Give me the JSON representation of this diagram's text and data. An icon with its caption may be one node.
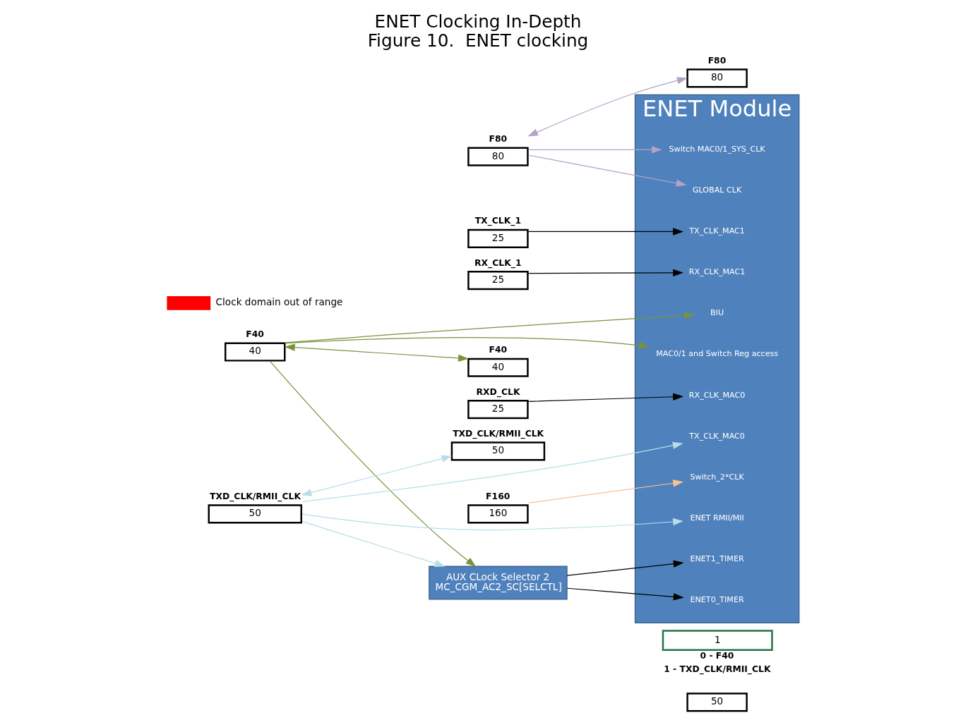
{
  "diagram": {
    "title": "ENET Clocking In-Depth",
    "caption": "Figure 10.  ENET clocking",
    "nodes": [
      {
        "text": [
          "ENET Module"
        ]
      },
      {
        "text": [
          "ENET RMII/MII"
        ],
        "in": 0
      },
      {
        "text": [
          "ENET0_TIMER"
        ],
        "in": 0
      },
      {
        "text": [
          "ENET1_TIMER"
        ],
        "in": 0
      },
      {
        "text": [
          "MAC0/1 and Switch Reg access"
        ],
        "in": 0
      },
      {
        "text": [
          "BIU"
        ],
        "in": 0
      },
      {
        "text": [
          "Switch MAC0/1_SYS_CLK"
        ],
        "in": 0
      },
      {
        "text": [
          "GLOBAL CLK"
        ],
        "in": 0
      },
      {
        "text": [
          "TX_CLK_MAC0"
        ],
        "in": 0
      },
      {
        "text": [
          "RX_CLK_MAC0"
        ],
        "in": 0
      },
      {
        "text": [
          "Switch_2*CLK"
        ],
        "in": 0
      },
      {
        "text": [
          "TX_CLK_MAC1"
        ],
        "in": 0
      },
      {
        "text": [
          "RX_CLK_MAC1"
        ],
        "in": 0
      },
      {
        "text": [
          "40"
        ],
        "beside": [
          "F40"
        ]
      },
      {
        "text": [
          "80"
        ],
        "beside": [
          "F80"
        ]
      },
      {
        "text": [
          "50"
        ],
        "beside": [
          "TXD_CLK/RMII_CLK"
        ]
      },
      {
        "text": [
          "40"
        ],
        "beside": [
          "F40"
        ]
      },
      {
        "text": [
          "80"
        ],
        "beside": [
          "F80"
        ]
      },
      {
        "text": [
          "50"
        ],
        "beside": [
          "TXD_CLK/RMII_CLK"
        ]
      },
      {
        "text": [
          "AUX CLock Selector 2",
          "MC_CGM_AC2_SC[SELCTL]"
        ]
      },
      {
        "text": [
          "1"
        ],
        "beside": [
          "0 - F40",
          "1 - TXD_CLK/RMII_CLK"
        ]
      },
      {
        "text": [
          "50"
        ]
      },
      {
        "text": [
          "25"
        ],
        "beside": [
          "RXD_CLK"
        ]
      },
      {
        "text": [
          "160"
        ],
        "beside": [
          "F160"
        ]
      },
      {
        "text": [
          "25"
        ],
        "beside": [
          "TX_CLK_1"
        ]
      },
      {
        "text": [
          "25"
        ],
        "beside": [
          "RX_CLK_1"
        ]
      }
    ],
    "edges": [
      {
        "from": 13,
        "to": 16,
        "arrow": "both",
        "color": "#77933c"
      },
      {
        "from": 14,
        "to": 17,
        "arrow": "both",
        "color": "#b3a2c7"
      },
      {
        "from": 15,
        "to": 18,
        "arrow": "both",
        "color": "#b7dee8"
      },
      {
        "from": 15,
        "to": 1,
        "arrow": "to",
        "color": "#b7dee8"
      },
      {
        "from": 13,
        "to": 19,
        "arrow": "to",
        "color": "#77933c"
      },
      {
        "from": 15,
        "to": 19,
        "arrow": "to",
        "color": "#b7dee8"
      },
      {
        "from": 19,
        "to": 2,
        "arrow": "to"
      },
      {
        "from": 19,
        "to": 3,
        "arrow": "to"
      },
      {
        "from": 13,
        "to": 4,
        "arrow": "to",
        "color": "#77933c"
      },
      {
        "from": 13,
        "to": 5,
        "arrow": "to",
        "color": "#77933c"
      },
      {
        "from": 14,
        "to": 6,
        "arrow": "to",
        "color": "#b3a2c7"
      },
      {
        "from": 14,
        "to": 7,
        "arrow": "to",
        "color": "#b3a2c7"
      },
      {
        "from": 15,
        "to": 8,
        "arrow": "to",
        "color": "#b7dee8"
      },
      {
        "from": 22,
        "to": 9,
        "arrow": "to"
      },
      {
        "from": 23,
        "to": 10,
        "arrow": "to",
        "color": "#fac090"
      },
      {
        "from": 24,
        "to": 11,
        "arrow": "to"
      },
      {
        "from": 25,
        "to": 12,
        "arrow": "to"
      }
    ],
    "legend": [
      {
        "text": "Clock domain out of range",
        "color": "#ff0000"
      }
    ]
  }
}
